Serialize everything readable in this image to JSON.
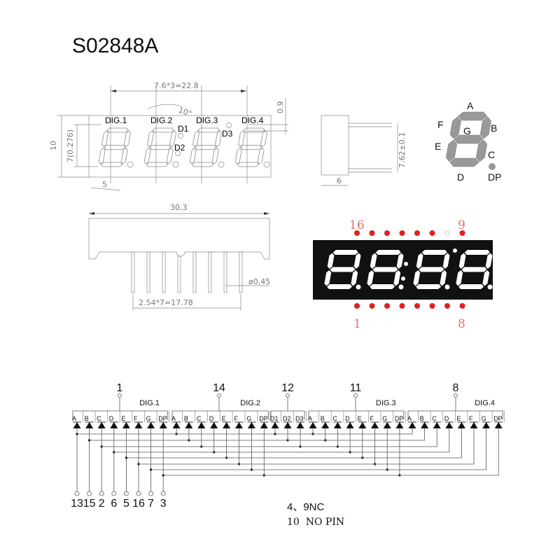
{
  "title": "S02848A",
  "front_view": {
    "pitch_dim": "7.6*3=22.8",
    "angle_dim": "10°",
    "height_dim": "10",
    "digit_height_dim": "7(0.276)",
    "digit_width_dim": "5",
    "dp_offset_dim": "0.9",
    "digit_labels": [
      "DIG.1",
      "DIG.2",
      "DIG.3",
      "DIG.4"
    ],
    "colon_labels": [
      "D1",
      "D2",
      "D3"
    ]
  },
  "side_view": {
    "depth_dim": "6",
    "pin_span_dim": "7.62±0.1"
  },
  "segment_key": {
    "labels": [
      "A",
      "B",
      "C",
      "D",
      "E",
      "F",
      "G",
      "DP"
    ],
    "color": "#999999"
  },
  "bottom_view": {
    "length_dim": "30,3",
    "pin_pitch_dim": "2.54*7=17.78",
    "pin_dia_dim": "ø0,45"
  },
  "photo": {
    "pin_labels": {
      "top_left": "16",
      "top_right": "9",
      "bottom_left": "1",
      "bottom_right": "8"
    },
    "colors": {
      "pin": "#e02020",
      "body": "#111111",
      "segment": "#ffffff",
      "label": "#e07070"
    }
  },
  "schematic": {
    "digits": [
      {
        "name": "DIG.1",
        "common_pin": "1",
        "segments": [
          "A",
          "B",
          "C",
          "D",
          "E",
          "F",
          "G",
          "DP"
        ]
      },
      {
        "name": "DIG.2",
        "common_pin": "14",
        "segments": [
          "A",
          "B",
          "C",
          "D",
          "E",
          "F",
          "G",
          "DP"
        ]
      },
      {
        "name": "",
        "common_pin": "12",
        "segments": [
          "D1",
          "D2",
          "D3"
        ]
      },
      {
        "name": "DIG.3",
        "common_pin": "11",
        "segments": [
          "A",
          "B",
          "C",
          "D",
          "E",
          "F",
          "G",
          "DP"
        ]
      },
      {
        "name": "DIG.4",
        "common_pin": "8",
        "segments": [
          "A",
          "B",
          "C",
          "D",
          "E",
          "F",
          "G",
          "DP"
        ]
      }
    ],
    "segment_pins": [
      "13",
      "15",
      "2",
      "6",
      "5",
      "16",
      "7",
      "3"
    ],
    "notes": [
      "4、9NC",
      "10  NO PIN"
    ]
  }
}
